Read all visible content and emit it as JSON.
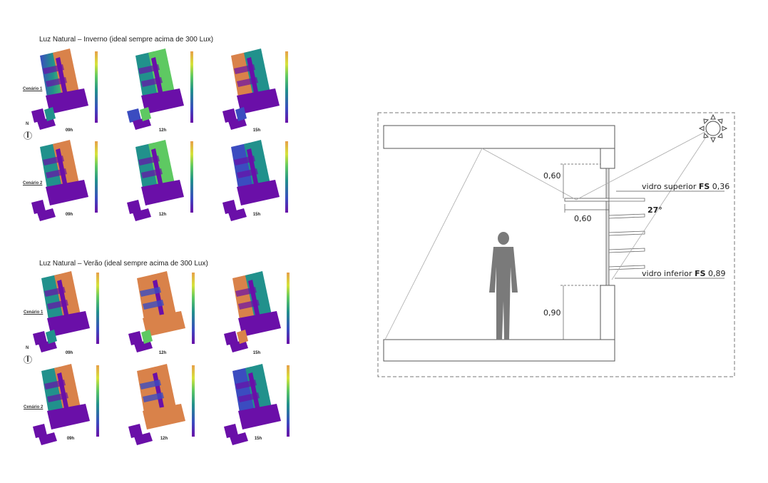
{
  "winter": {
    "title": "Luz Natural – Inverno (ideal sempre acima de 300 Lux)"
  },
  "summer": {
    "title": "Luz Natural – Verão (ideal sempre acima de 300 Lux)"
  },
  "scenarios": [
    "Cenário 1",
    "Cenário 2"
  ],
  "times": [
    "09h",
    "12h",
    "15h"
  ],
  "compass": {
    "north": "N"
  },
  "section": {
    "dim_top_height": "0,60",
    "dim_top_depth": "0,60",
    "dim_sill": "0,90",
    "angle": "27°",
    "upper_glass_label": "vidro superior",
    "upper_glass_fs_key": "FS",
    "upper_glass_fs": "0,36",
    "lower_glass_label": "vidro inferior",
    "lower_glass_fs_key": "FS",
    "lower_glass_fs": "0,89"
  },
  "colors": {
    "purple": "#6a0fa8",
    "blue": "#3b4cc0",
    "teal": "#21918c",
    "green": "#5ec962",
    "orange": "#d9824a"
  }
}
